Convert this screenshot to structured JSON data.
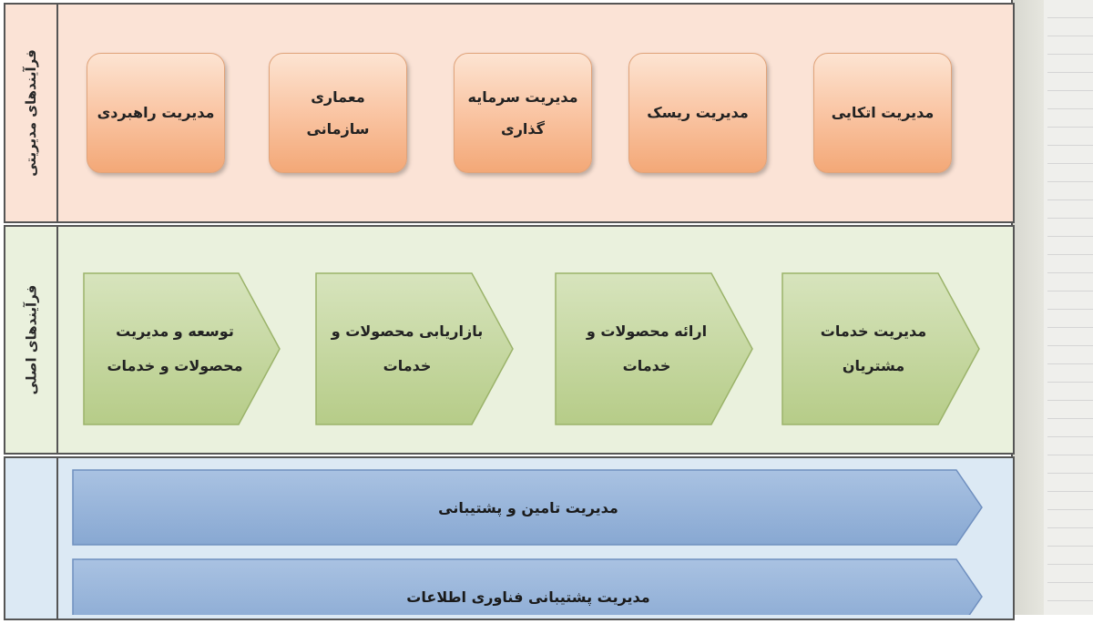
{
  "lanes": {
    "management": {
      "label": "فرآیندهای مدیریتی",
      "boxes": [
        "مدیریت راهبردی",
        "معماری سازمانی",
        "مدیریت سرمایه گذاری",
        "مدیریت ریسک",
        "مدیریت اتکایی"
      ]
    },
    "core": {
      "label": "فرآیندهای اصلی",
      "chevrons": [
        "توسعه و مدیریت محصولات و خدمات",
        "بازاریابی محصولات و خدمات",
        "ارائه محصولات و خدمات",
        "مدیریت خدمات مشتریان"
      ]
    },
    "support": {
      "bars": [
        "مدیریت تامین و پشتیبانی",
        "مدیریت پشتیبانی فناوری اطلاعات"
      ]
    }
  },
  "colors": {
    "management_bg": "#fbe3d6",
    "core_bg": "#eaf1dd",
    "support_bg": "#dce9f4",
    "box_fill": "#f9c29f",
    "chevron_fill": "#c4d79b",
    "bar_fill": "#95b3d7"
  }
}
